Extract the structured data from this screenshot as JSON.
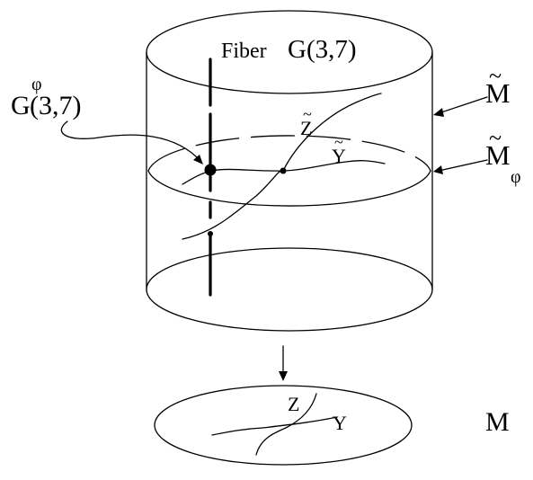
{
  "labels": {
    "fiber_prefix": "Fiber",
    "fiber_name": "G(3,7)",
    "gphi_base": "G",
    "gphi_sup": "φ",
    "gphi_args": "(3,7)",
    "tilde": "~",
    "m_tilde": "M",
    "m_phi_base": "M",
    "m_phi_sub": "φ",
    "z_tilde": "Z",
    "y_tilde": "Y",
    "base_m": "M",
    "z": "Z",
    "y": "Y"
  },
  "colors": {
    "ink": "#000000",
    "paper": "#ffffff"
  }
}
